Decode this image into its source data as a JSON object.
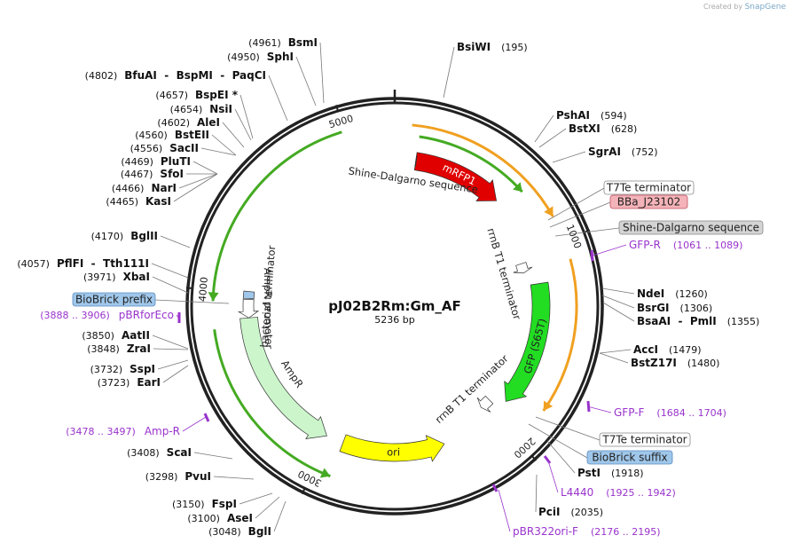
{
  "credit": {
    "text": "Created by",
    "brand": "SnapGene"
  },
  "plasmid": {
    "name": "pJ02B2Rm:Gm_AF",
    "size_label": "5236 bp",
    "length": 5236
  },
  "tick_labels": [
    "1000",
    "2000",
    "3000",
    "4000",
    "5000"
  ],
  "features": [
    {
      "id": "mrfp1",
      "label": "mRFP1",
      "start": 120,
      "end": 640,
      "color": "#e00000",
      "text_color": "#ffffff",
      "r": 165,
      "dir": 1,
      "label_inside": true
    },
    {
      "id": "gfp",
      "label": "GFP (S65T)",
      "start": 1180,
      "end": 1900,
      "color": "#22dd22",
      "text_color": "#222222",
      "r": 165,
      "dir": 1,
      "label_inside": true
    },
    {
      "id": "ori",
      "label": "ori",
      "start": 2330,
      "end": 2920,
      "color": "#ffff00",
      "text_color": "#222222",
      "r": 165,
      "dir": -1,
      "label_inside": true
    },
    {
      "id": "ampr",
      "label": "AmpR",
      "start": 3020,
      "end": 3860,
      "color": "#ccf5cc",
      "text_color": "#222222",
      "r": 165,
      "dir": -1,
      "label_inside": false
    },
    {
      "id": "shine1",
      "label": "Shine-Dalgarno sequence",
      "start": 120,
      "end": 123,
      "color": "#999999",
      "text_color": "#222222",
      "r": 165,
      "dir": 0,
      "label_inside": false
    },
    {
      "id": "rrnb1",
      "label": "rrnB T1 terminator",
      "start": 1040,
      "end": 1100,
      "color": "#ffffff",
      "text_color": "#222222",
      "r": 150,
      "dir": 1,
      "label_inside": false
    },
    {
      "id": "rrnb2",
      "label": "rrnB T1 terminator",
      "start": 1960,
      "end": 2030,
      "color": "#ffffff",
      "text_color": "#222222",
      "r": 150,
      "dir": 1,
      "label_inside": false
    },
    {
      "id": "bacterial",
      "label": "bacterial terminator",
      "start": 3970,
      "end": 4010,
      "color": "#9fc7ea",
      "text_color": "#222222",
      "r": 165,
      "dir": 0,
      "label_inside": false
    },
    {
      "id": "amppromoter",
      "label": "AmpR promoter",
      "start": 3860,
      "end": 3965,
      "color": "#ffffff",
      "text_color": "#222222",
      "r": 165,
      "dir": -1,
      "label_inside": false
    }
  ],
  "enzymes": [
    {
      "name": "BsiWI",
      "pos": "(195)"
    },
    {
      "name": "PshAI",
      "pos": "(594)"
    },
    {
      "name": "BstXI",
      "pos": "(628)"
    },
    {
      "name": "SgrAI",
      "pos": "(752)"
    },
    {
      "name": "NdeI",
      "pos": "(1260)"
    },
    {
      "name": "BsrGI",
      "pos": "(1306)"
    },
    {
      "name": "BsaAI  -  PmlI",
      "pos": "(1355)"
    },
    {
      "name": "AccI",
      "pos": "(1479)"
    },
    {
      "name": "BstZ17I",
      "pos": "(1480)"
    },
    {
      "name": "PstI",
      "pos": "(1918)"
    },
    {
      "name": "PciI",
      "pos": "(2035)"
    },
    {
      "name": "BglI",
      "pos": "(3048)"
    },
    {
      "name": "AseI",
      "pos": "(3100)"
    },
    {
      "name": "FspI",
      "pos": "(3150)"
    },
    {
      "name": "PvuI",
      "pos": "(3298)"
    },
    {
      "name": "ScaI",
      "pos": "(3408)"
    },
    {
      "name": "EarI",
      "pos": "(3723)"
    },
    {
      "name": "SspI",
      "pos": "(3732)"
    },
    {
      "name": "ZraI",
      "pos": "(3848)"
    },
    {
      "name": "AatII",
      "pos": "(3850)"
    },
    {
      "name": "XbaI",
      "pos": "(3971)"
    },
    {
      "name": "PflFI  -  Tth111I",
      "pos": "(4057)"
    },
    {
      "name": "BglII",
      "pos": "(4170)"
    },
    {
      "name": "KasI",
      "pos": "(4465)"
    },
    {
      "name": "NarI",
      "pos": "(4466)"
    },
    {
      "name": "SfoI",
      "pos": "(4467)"
    },
    {
      "name": "PluTI",
      "pos": "(4469)"
    },
    {
      "name": "SacII",
      "pos": "(4556)"
    },
    {
      "name": "BstEII",
      "pos": "(4560)"
    },
    {
      "name": "AleI",
      "pos": "(4602)"
    },
    {
      "name": "NsiI",
      "pos": "(4654)"
    },
    {
      "name": "BspEI *",
      "pos": "(4657)"
    },
    {
      "name": "BfuAI  -  BspMI  -  PaqCI",
      "pos": "(4802)"
    },
    {
      "name": "SphI",
      "pos": "(4950)"
    },
    {
      "name": "BsmI",
      "pos": "(4961)"
    }
  ],
  "primers": [
    {
      "name": "GFP-R",
      "range": "(1061 .. 1089)"
    },
    {
      "name": "GFP-F",
      "range": "(1684 .. 1704)"
    },
    {
      "name": "L4440",
      "range": "(1925 .. 1942)"
    },
    {
      "name": "pBR322ori-F",
      "range": "(2176 .. 2195)"
    },
    {
      "name": "Amp-R",
      "range": "(3478 .. 3497)"
    },
    {
      "name": "pBRforEco",
      "range": "(3888 .. 3906)"
    }
  ],
  "boxed_labels": [
    {
      "text": "T7Te terminator",
      "fill": "#ffffff",
      "stroke": "#888888"
    },
    {
      "text": "BBa_J23102",
      "fill": "#f4b3b8",
      "stroke": "#c05060"
    },
    {
      "text": "Shine-Dalgarno sequence",
      "fill": "#d4d4d4",
      "stroke": "#888888"
    },
    {
      "text": "T7Te terminator",
      "fill": "#ffffff",
      "stroke": "#888888"
    },
    {
      "text": "BioBrick suffix",
      "fill": "#9fc7ea",
      "stroke": "#5a8ac0"
    },
    {
      "text": "BioBrick prefix",
      "fill": "#9fc7ea",
      "stroke": "#5a8ac0"
    }
  ],
  "colors": {
    "primer": "#9933cc",
    "backbone": "#222222",
    "green_arc": "#44aa22",
    "orange_arc": "#f0a020"
  }
}
